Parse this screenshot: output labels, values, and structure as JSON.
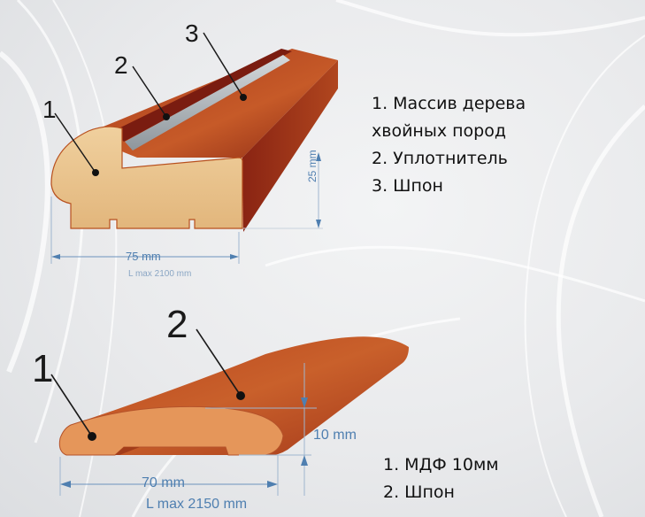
{
  "profile_top": {
    "callouts": [
      "1",
      "2",
      "3"
    ],
    "width_label": "75 mm",
    "length_label": "L max 2100 mm",
    "height_label": "25 mm",
    "legend": [
      "1. Массив дерева",
      "хвойных пород",
      "2. Уплотнитель",
      "3. Шпон"
    ]
  },
  "profile_bottom": {
    "callouts": [
      "1",
      "2"
    ],
    "width_label": "70 mm",
    "length_label": "L max 2150 mm",
    "height_label": "10 mm",
    "legend": [
      "1. МДФ 10мм",
      "2. Шпон"
    ]
  },
  "colors": {
    "veneer": "#b5471f",
    "veneer_dark": "#7d1f12",
    "wood": "#e9c48e",
    "mdf": "#e39457",
    "seal": "#aab1b7",
    "dimension": "#4f7fb0"
  }
}
